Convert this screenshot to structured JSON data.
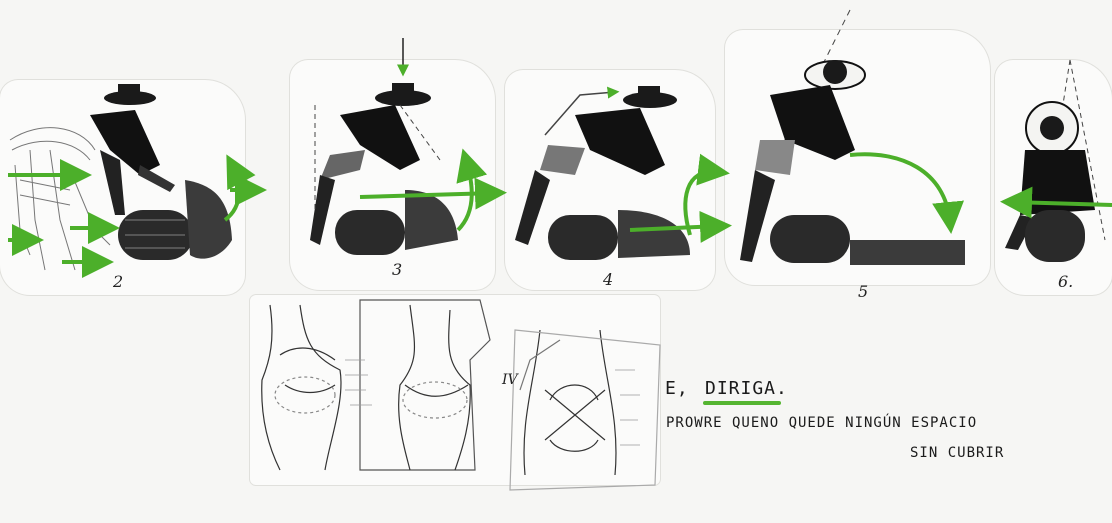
{
  "steps": [
    {
      "label": "2"
    },
    {
      "label": "3"
    },
    {
      "label": "4"
    },
    {
      "label": "5"
    },
    {
      "label": "6."
    }
  ],
  "anatomy": {
    "roman_numeral": "IV"
  },
  "handwritten": {
    "line1_prefix": "E,",
    "line1_emphasis": "DIRIGA.",
    "line2": "PROWRE QUENO QUEDE NINGÚN ESPACIO",
    "line3": "SIN CUBRIR"
  },
  "colors": {
    "arrow_green": "#4caf2a",
    "underline_green": "#55b531"
  }
}
